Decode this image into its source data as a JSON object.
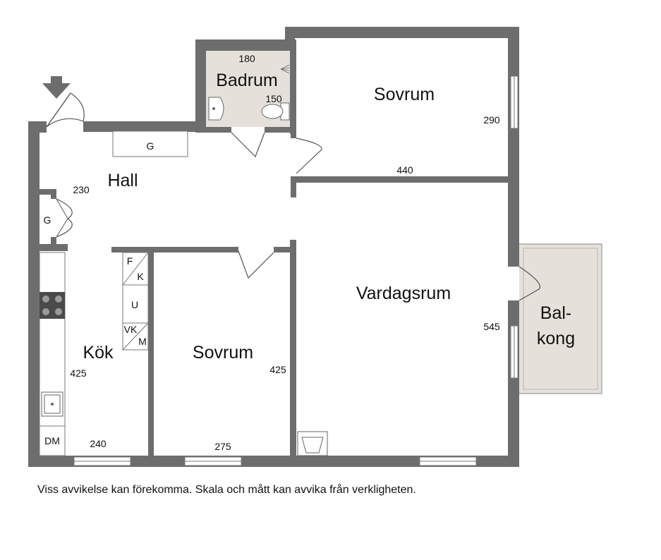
{
  "rooms": {
    "badrum": "Badrum",
    "sovrum_top": "Sovrum",
    "hall": "Hall",
    "vardagsrum": "Vardagsrum",
    "balkong_line1": "Bal-",
    "balkong_line2": "kong",
    "kok": "Kök",
    "sovrum_bottom": "Sovrum"
  },
  "dimensions": {
    "badrum_width": "180",
    "badrum_depth": "150",
    "sovrum_top_depth": "290",
    "sovrum_top_width": "440",
    "hall": "230",
    "vardagsrum_depth": "545",
    "kok_depth": "425",
    "kok_width": "240",
    "sovrum_bottom_depth": "425",
    "sovrum_bottom_width": "275"
  },
  "fixtures": {
    "wardrobe_hall": "G",
    "wardrobe_small": "G",
    "fridge": "F",
    "freezer": "K",
    "oven": "U",
    "water_heater": "VK",
    "microwave": "M",
    "dishwasher": "DM"
  },
  "disclaimer": "Viss avvikelse kan förekomma. Skala och mått kan avvika från verkligheten.",
  "colors": {
    "wall": "#6d6d6d",
    "wet_room": "#e5e1da",
    "balcony": "#e5e1da",
    "background": "#ffffff"
  },
  "icons": [
    "entrance-arrow-icon",
    "stove-icon",
    "sink-icon",
    "toilet-icon",
    "washbasin-icon",
    "shower-icon",
    "fireplace-icon"
  ]
}
